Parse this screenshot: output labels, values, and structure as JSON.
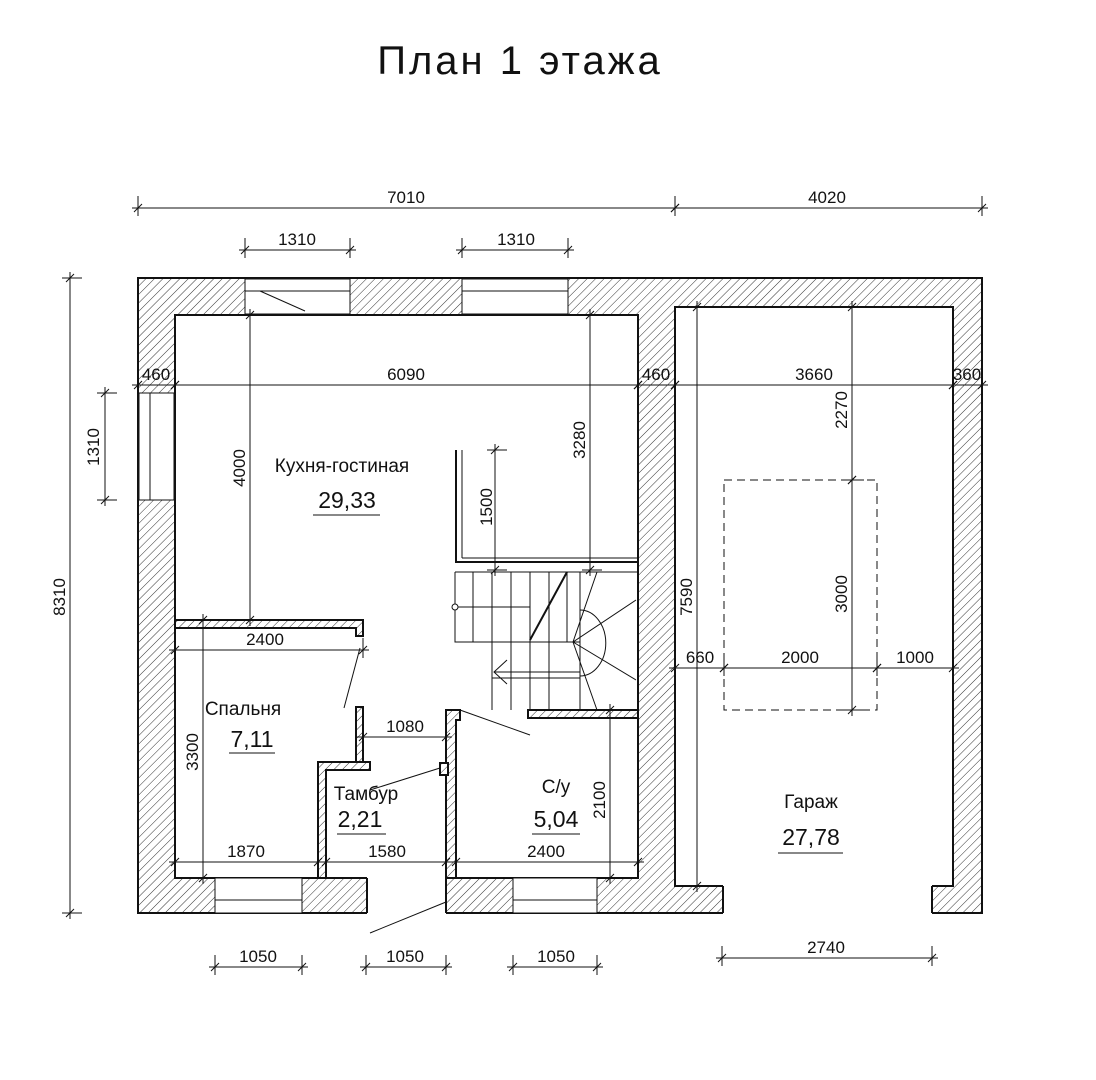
{
  "title": "План 1 этажа",
  "rooms": [
    {
      "name": "Кухня-гостиная",
      "area": "29,33"
    },
    {
      "name": "Спальня",
      "area": "7,11"
    },
    {
      "name": "Тамбур",
      "area": "2,21"
    },
    {
      "name": "С/у",
      "area": "5,04"
    },
    {
      "name": "Гараж",
      "area": "27,78"
    }
  ],
  "dimensions": {
    "overall_left_width": "7010",
    "overall_garage_width": "4020",
    "window_top_1": "1310",
    "window_top_2": "1310",
    "wall_left": "460",
    "kitchen_width": "6090",
    "wall_middle": "460",
    "garage_inner_width": "3660",
    "wall_right": "360",
    "overall_depth": "8310",
    "window_left": "1310",
    "kitchen_depth": "4000",
    "stair_offset": "3280",
    "stair_rail": "1500",
    "garage_pit_offset": "2270",
    "garage_pit_length": "3000",
    "garage_depth": "7590",
    "garage_left_gap": "660",
    "garage_pit_width": "2000",
    "garage_right_gap": "1000",
    "bedroom_width_top": "2400",
    "bedroom_depth": "3300",
    "corridor_width": "1080",
    "wc_depth": "2100",
    "bedroom_width": "1870",
    "vestibule_width": "1580",
    "wc_width": "2400",
    "window_bedroom": "1050",
    "door_entry": "1050",
    "window_wc": "1050",
    "garage_door": "2740"
  }
}
